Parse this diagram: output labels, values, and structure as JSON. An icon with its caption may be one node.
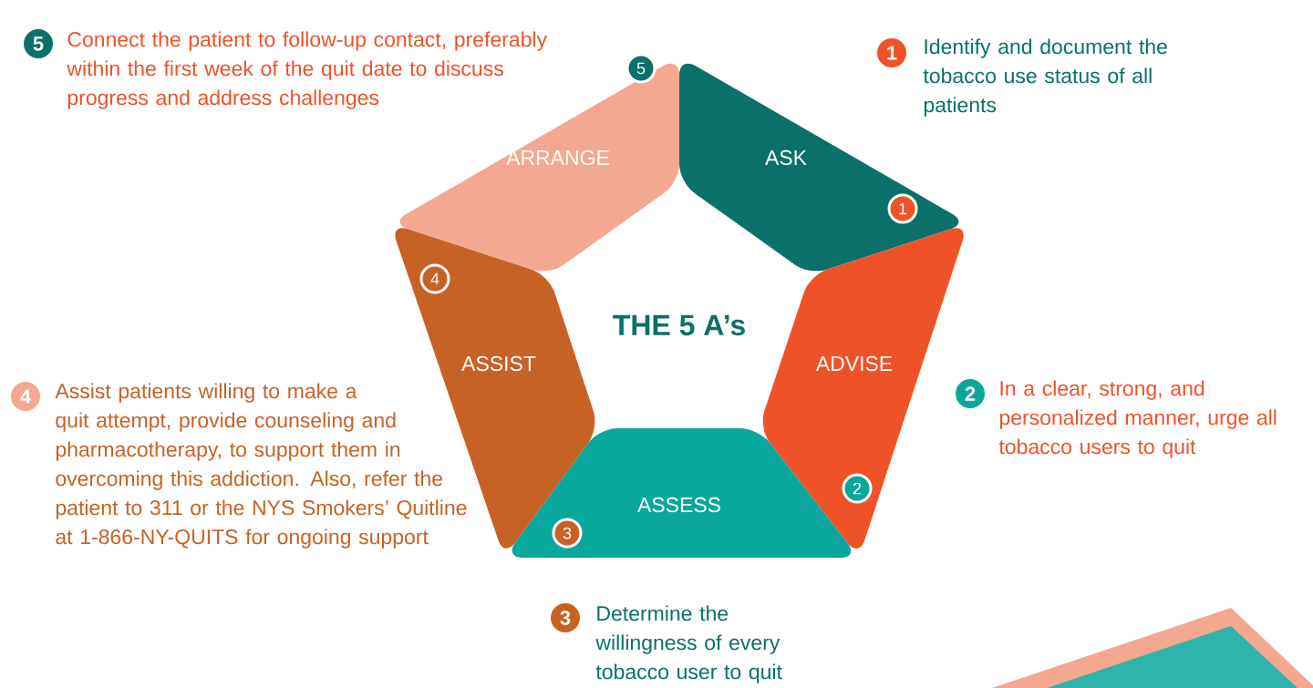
{
  "diagram": {
    "title": "THE 5 A’s",
    "nodes": [
      {
        "text": [
          "ARRANGE",
          "5"
        ]
      },
      {
        "text": [
          "ASK",
          "1"
        ]
      },
      {
        "text": [
          "ASSIST",
          "4"
        ]
      },
      {
        "text": [
          "ADVISE",
          "2"
        ]
      },
      {
        "text": [
          "ASSESS",
          "3"
        ]
      }
    ],
    "labels": [
      "5",
      "Connect the patient to follow-up contact, preferably within the first week of the quit date to discuss progress and address challenges",
      "1",
      "Identify and document the tobacco use status of all patients",
      "4",
      "Assist patients willing to make a quit attempt, provide counseling and pharmacotherapy, to support them in overcoming this addiction. Also, refer the patient to 311 or the NYS Smokers’ Quitline at 1-866-NY-QUITS for ongoing support",
      "2",
      "In a clear, strong, and personalized manner, urge all tobacco users to quit",
      "3",
      "Determine the willingness of every tobacco user to quit"
    ]
  }
}
